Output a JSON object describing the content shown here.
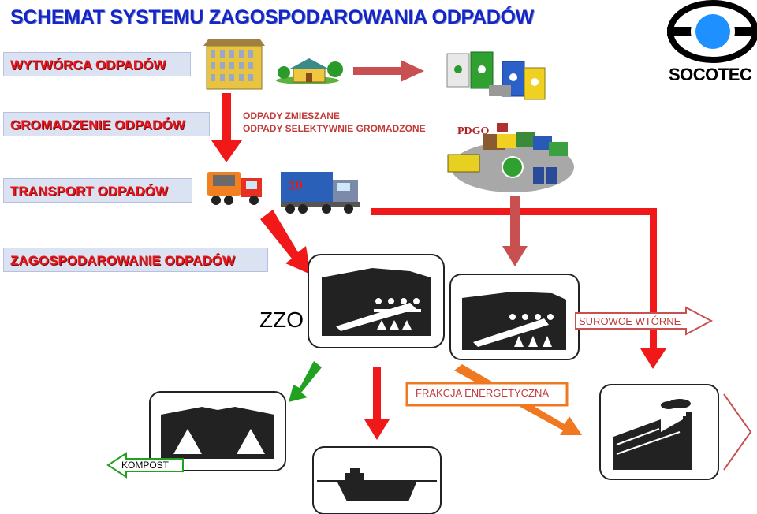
{
  "title": "SCHEMAT SYSTEMU ZAGOSPODAROWANIA ODPADÓW",
  "stages": {
    "generator": "WYTWÓRCA ODPADÓW",
    "collection": "GROMADZENIE ODPADÓW",
    "transport": "TRANSPORT ODPADÓW",
    "management": "ZAGOSPODAROWANIE ODPADÓW"
  },
  "collection_notes": {
    "mixed": "ODPADY ZMIESZANE",
    "selective": "ODPADY SELEKTYWNIE GROMADZONE"
  },
  "pdgo_label": "PDGO",
  "truck_number": "10",
  "zzo_label": "ZZO",
  "outputs": {
    "secondary_materials": "SUROWCE WTÓRNE",
    "energy_fraction": "FRAKCJA ENERGETYCZNA",
    "compost": "KOMPOST"
  },
  "logo": {
    "name": "SOCOTEC",
    "color": "#1e90ff"
  },
  "colors": {
    "title": "#1426c8",
    "stage_text": "#e8161c",
    "arrow_red": "#f01818",
    "arrow_muted": "#c85050",
    "arrow_orange": "#f07820",
    "arrow_green": "#22a020"
  }
}
